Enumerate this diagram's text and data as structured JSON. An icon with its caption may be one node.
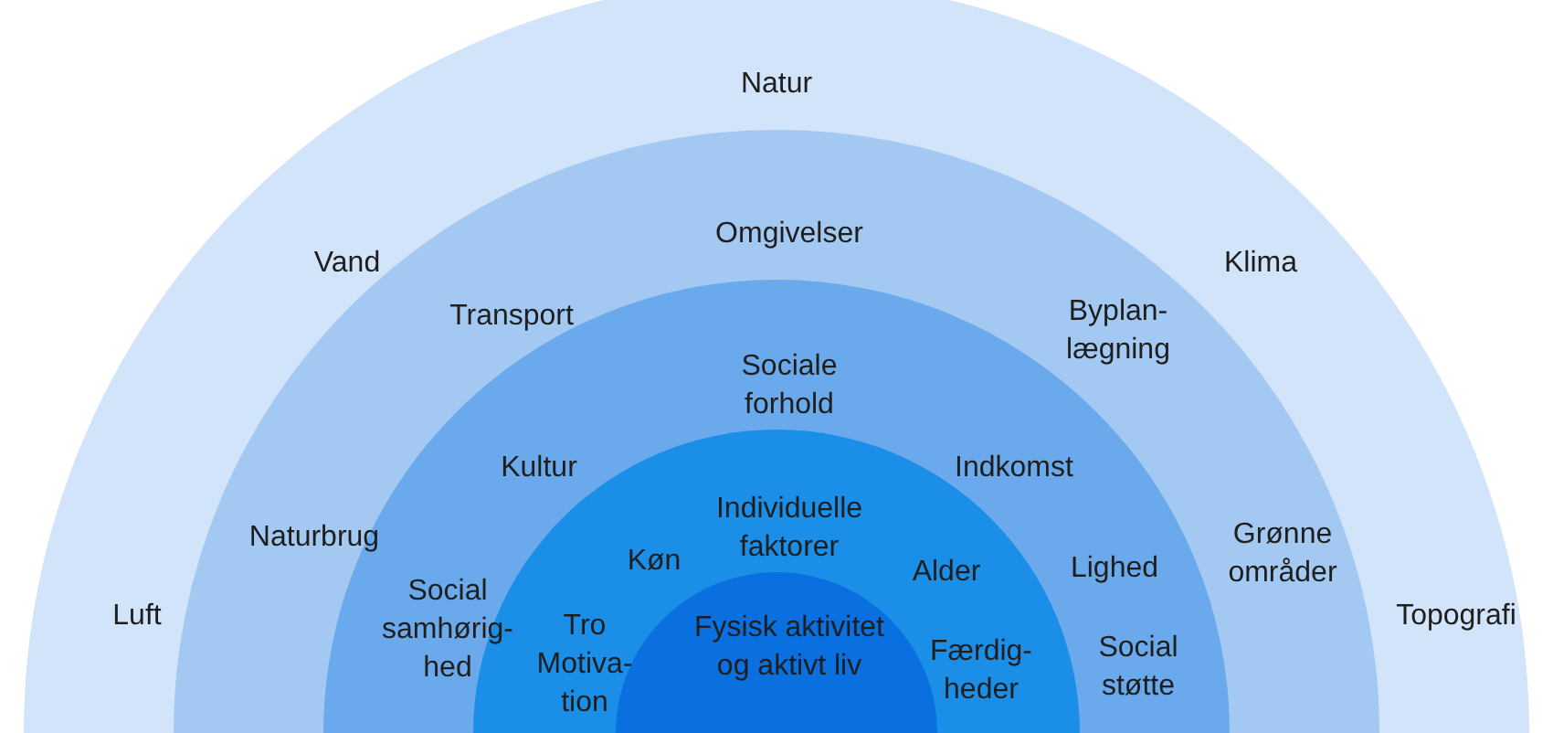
{
  "diagram": {
    "nodes": [
      {
        "text": [
          "Natur"
        ]
      },
      {
        "text": [
          "Omgivelser"
        ],
        "in": 0
      },
      {
        "text": [
          "Sociale forhold"
        ],
        "in": 1
      },
      {
        "text": [
          "Individuelle faktorer"
        ],
        "in": 2
      },
      {
        "text": [
          "Fysisk aktivitet og aktivt liv"
        ],
        "in": 3
      }
    ],
    "labels": [
      "Vand",
      "Klima",
      "Transport",
      "Byplan-lægning",
      "Kultur",
      "Indkomst",
      "Naturbrug",
      "Grønne områder",
      "Køn",
      "Lighed",
      "Alder",
      "Luft",
      "Topografi",
      "Social samhørig-hed",
      "Tro Motiva-tion",
      "Social støtte",
      "Færdig-heder"
    ]
  }
}
